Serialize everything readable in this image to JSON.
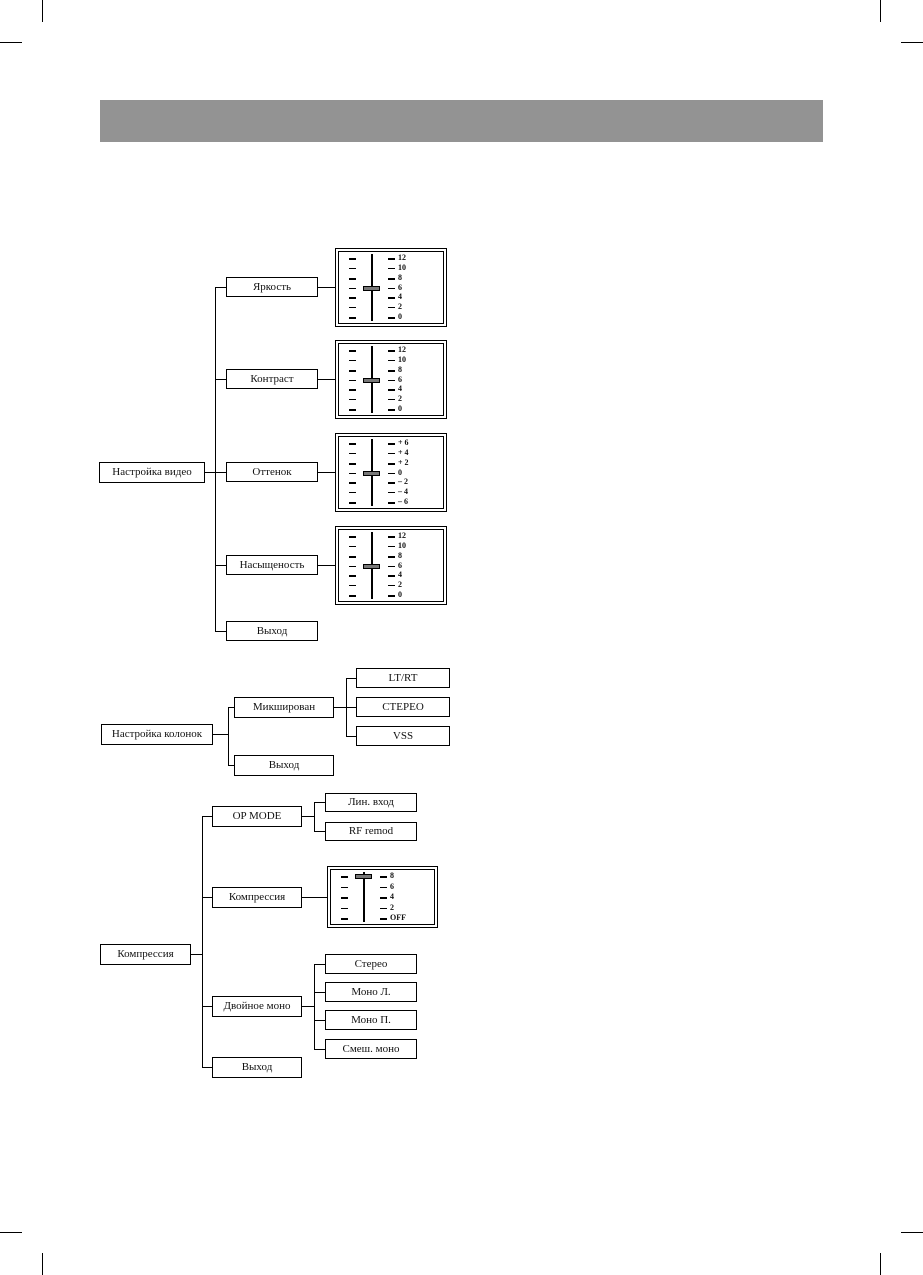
{
  "video": {
    "root": "Настройка видео",
    "items": [
      "Яркость",
      "Контраст",
      "Оттенок",
      "Насыщеность",
      "Выход"
    ],
    "scales": [
      [
        "12",
        "10",
        "8",
        "6",
        "4",
        "2",
        "0"
      ],
      [
        "12",
        "10",
        "8",
        "6",
        "4",
        "2",
        "0"
      ],
      [
        "+ 6",
        "+ 4",
        "+ 2",
        "0",
        "– 2",
        "– 4",
        "– 6"
      ],
      [
        "12",
        "10",
        "8",
        "6",
        "4",
        "2",
        "0"
      ]
    ],
    "selected": [
      "6",
      "6",
      "0",
      "6"
    ]
  },
  "speakers": {
    "root": "Настройка колонок",
    "items": [
      "Микширован",
      "Выход"
    ],
    "mix_options": [
      "LT/RT",
      "СТЕРЕО",
      "VSS"
    ]
  },
  "compression": {
    "root": "Компрессия",
    "items": [
      "OP MODE",
      "Компрессия",
      "Двойное моно",
      "Выход"
    ],
    "op_mode_options": [
      "Лин. вход",
      "RF remod"
    ],
    "scale": [
      "8",
      "6",
      "4",
      "2",
      "OFF"
    ],
    "selected": "8",
    "dual_mono_options": [
      "Стерео",
      "Моно Л.",
      "Моно П.",
      "Смеш. моно"
    ]
  }
}
